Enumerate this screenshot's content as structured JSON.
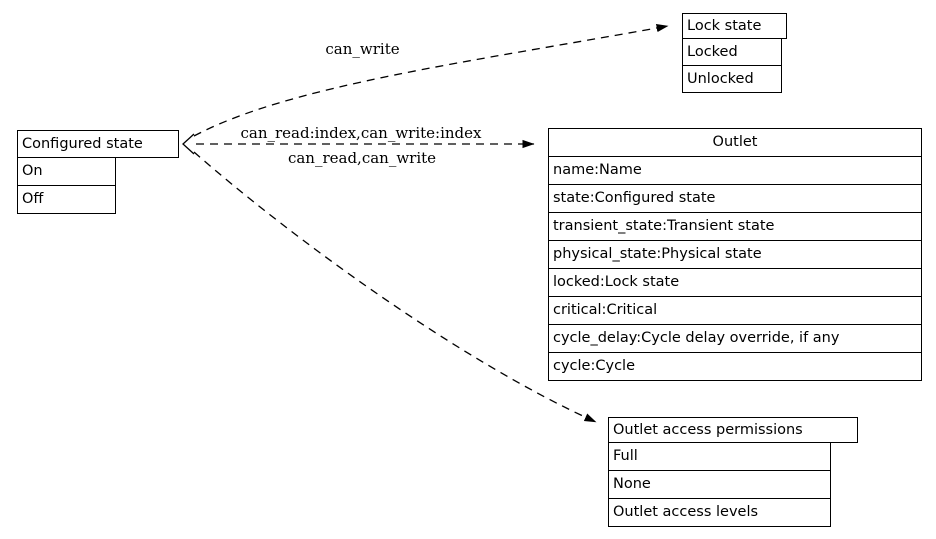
{
  "diagram": {
    "type": "class-relationship-diagram",
    "background_color": "#ffffff",
    "line_color": "#000000"
  },
  "nodes": {
    "configured_state": {
      "title": "Configured state",
      "rows": [
        "On",
        "Off"
      ]
    },
    "lock_state": {
      "title": "Lock state",
      "rows": [
        "Locked",
        "Unlocked"
      ]
    },
    "outlet": {
      "title": "Outlet",
      "rows": [
        "name:Name",
        "state:Configured state",
        "transient_state:Transient state",
        "physical_state:Physical state",
        "locked:Lock state",
        "critical:Critical",
        "cycle_delay:Cycle delay override, if any",
        "cycle:Cycle"
      ]
    },
    "outlet_access_permissions": {
      "title": "Outlet access permissions",
      "rows": [
        "Full",
        "None",
        "Outlet access levels"
      ]
    }
  },
  "edges": [
    {
      "from": "configured_state",
      "to": "lock_state",
      "label": "can_write",
      "style": "dashed"
    },
    {
      "from": "configured_state",
      "to": "outlet",
      "label_top": "can_read:index,can_write:index",
      "label_bottom": "can_read,can_write",
      "style": "dashed"
    },
    {
      "from": "configured_state",
      "to": "outlet_access_permissions",
      "label": "",
      "style": "dashed"
    }
  ]
}
